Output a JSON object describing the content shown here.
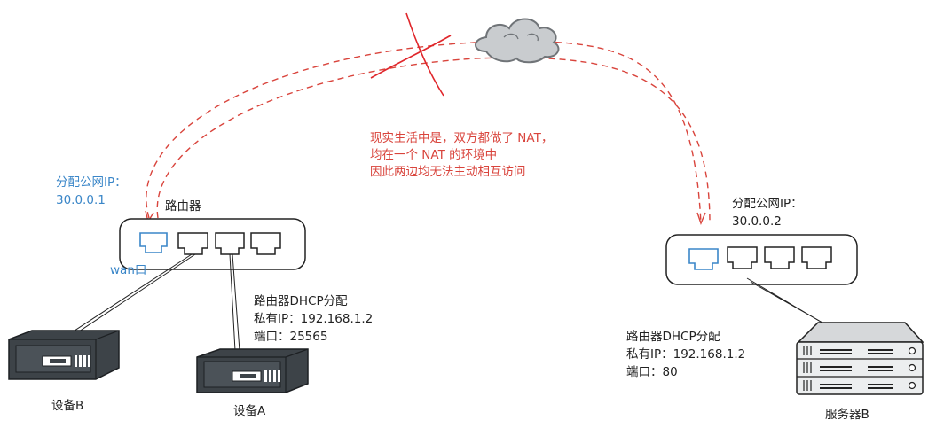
{
  "note": {
    "line1": "现实生活中是，双方都做了 NAT，",
    "line2": "均在一个 NAT 的环境中",
    "line3": "因此两边均无法主动相互访问"
  },
  "left": {
    "public_ip_label": "分配公网IP：",
    "public_ip_value": "30.0.0.1",
    "router_label": "路由器",
    "wan_label": "wan口",
    "dhcp_label": "路由器DHCP分配",
    "private_ip": "私有IP：192.168.1.2",
    "port": "端口：25565",
    "device_a_label": "设备A",
    "device_b_label": "设备B"
  },
  "right": {
    "public_ip_label": "分配公网IP：",
    "public_ip_value": "30.0.0.2",
    "dhcp_label": "路由器DHCP分配",
    "private_ip": "私有IP：192.168.1.2",
    "port": "端口：80",
    "server_label": "服务器B"
  },
  "colors": {
    "dashed_path": "#d9443c",
    "cross": "#e0262b",
    "wan_port": "#3a86c8",
    "cloud_fill": "#c9cccf",
    "device_fill": "#3d4348"
  }
}
